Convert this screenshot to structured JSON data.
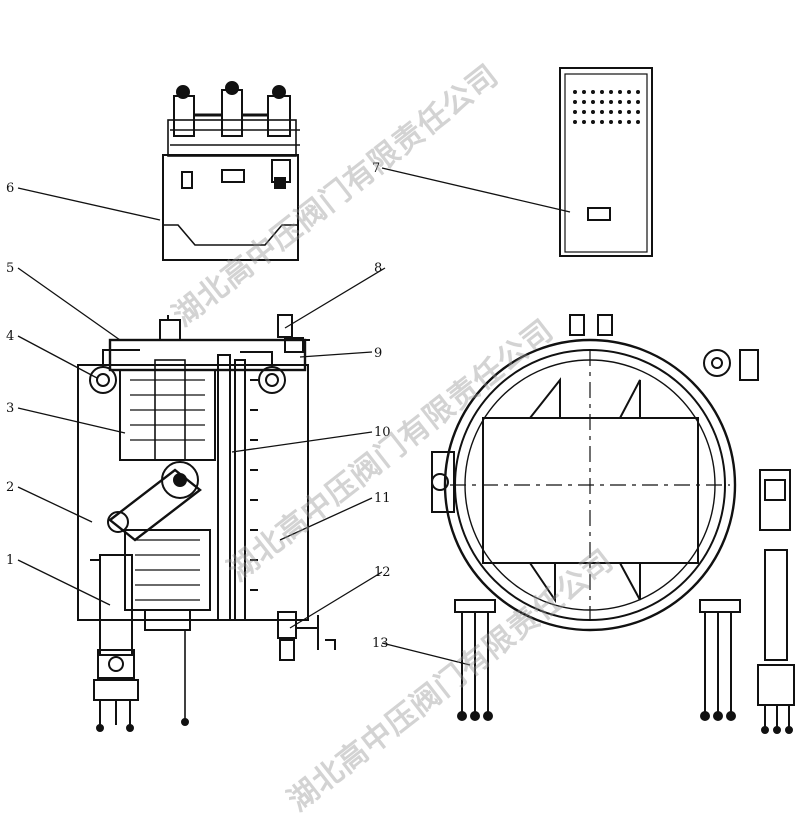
{
  "colors": {
    "line": "#111111",
    "watermark": "#969696",
    "background": "#ffffff"
  },
  "watermarks": [
    "湖北高中压阀门有限责任公司",
    "湖北高中压阀门有限责任公司",
    "湖北高中压阀门有限责任公司"
  ],
  "labels": [
    "1",
    "2",
    "3",
    "4",
    "5",
    "6",
    "7",
    "8",
    "9",
    "10",
    "11",
    "12",
    "13"
  ]
}
